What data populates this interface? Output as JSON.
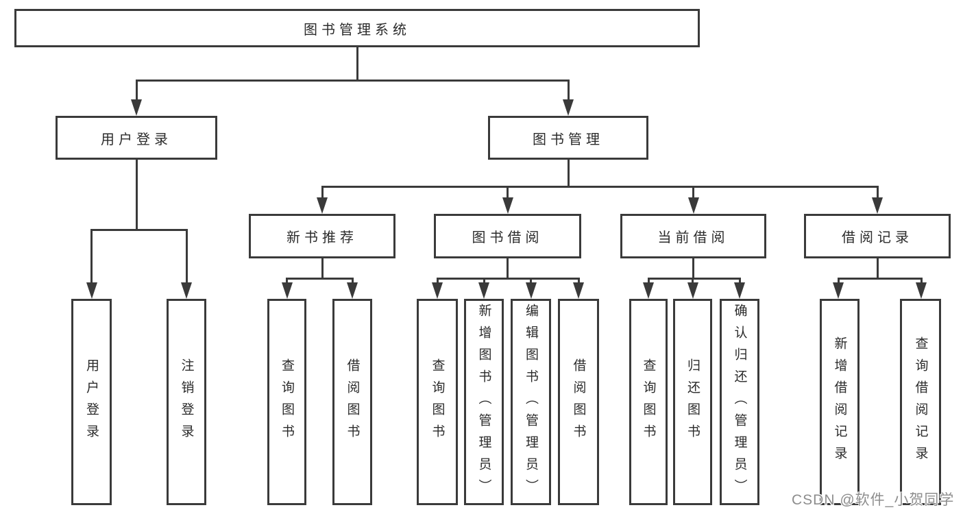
{
  "diagram": {
    "title": "图书管理系统",
    "nodes": [
      {
        "id": "root",
        "label": "图书管理系统",
        "level": 0
      },
      {
        "id": "user-login",
        "label": "用户登录",
        "level": 1,
        "parent": "root"
      },
      {
        "id": "book-management",
        "label": "图书管理",
        "level": 1,
        "parent": "root"
      },
      {
        "id": "new-book-recommend",
        "label": "新书推荐",
        "level": 2,
        "parent": "book-management"
      },
      {
        "id": "book-borrowing",
        "label": "图书借阅",
        "level": 2,
        "parent": "book-management"
      },
      {
        "id": "current-borrowing",
        "label": "当前借阅",
        "level": 2,
        "parent": "book-management"
      },
      {
        "id": "borrowing-records",
        "label": "借阅记录",
        "level": 2,
        "parent": "book-management"
      },
      {
        "id": "leaf-user-login",
        "label": "用户登录",
        "level": 3,
        "parent": "user-login"
      },
      {
        "id": "leaf-logout",
        "label": "注销登录",
        "level": 3,
        "parent": "user-login"
      },
      {
        "id": "leaf-query-books-recommend",
        "label": "查询图书",
        "level": 3,
        "parent": "new-book-recommend"
      },
      {
        "id": "leaf-borrow-books-recommend",
        "label": "借阅图书",
        "level": 3,
        "parent": "new-book-recommend"
      },
      {
        "id": "leaf-query-books-borrowing",
        "label": "查询图书",
        "level": 3,
        "parent": "book-borrowing"
      },
      {
        "id": "leaf-add-books-admin",
        "label": "新增图书（管理员）",
        "level": 3,
        "parent": "book-borrowing"
      },
      {
        "id": "leaf-edit-books-admin",
        "label": "编辑图书（管理员）",
        "level": 3,
        "parent": "book-borrowing"
      },
      {
        "id": "leaf-borrow-books-borrowing",
        "label": "借阅图书",
        "level": 3,
        "parent": "book-borrowing"
      },
      {
        "id": "leaf-query-books-current",
        "label": "查询图书",
        "level": 3,
        "parent": "current-borrowing"
      },
      {
        "id": "leaf-return-books",
        "label": "归还图书",
        "level": 3,
        "parent": "current-borrowing"
      },
      {
        "id": "leaf-confirm-return-admin",
        "label": "确认归还（管理员）",
        "level": 3,
        "parent": "current-borrowing"
      },
      {
        "id": "leaf-add-borrow-record",
        "label": "新增借阅记录",
        "level": 3,
        "parent": "borrowing-records"
      },
      {
        "id": "leaf-query-borrow-record",
        "label": "查询借阅记录",
        "level": 3,
        "parent": "borrowing-records"
      }
    ],
    "edges": [
      {
        "from": "root",
        "to": "user-login"
      },
      {
        "from": "root",
        "to": "book-management"
      },
      {
        "from": "user-login",
        "to": "leaf-user-login"
      },
      {
        "from": "user-login",
        "to": "leaf-logout"
      },
      {
        "from": "book-management",
        "to": "new-book-recommend"
      },
      {
        "from": "book-management",
        "to": "book-borrowing"
      },
      {
        "from": "book-management",
        "to": "current-borrowing"
      },
      {
        "from": "book-management",
        "to": "borrowing-records"
      },
      {
        "from": "new-book-recommend",
        "to": "leaf-query-books-recommend"
      },
      {
        "from": "new-book-recommend",
        "to": "leaf-borrow-books-recommend"
      },
      {
        "from": "book-borrowing",
        "to": "leaf-query-books-borrowing"
      },
      {
        "from": "book-borrowing",
        "to": "leaf-add-books-admin"
      },
      {
        "from": "book-borrowing",
        "to": "leaf-edit-books-admin"
      },
      {
        "from": "book-borrowing",
        "to": "leaf-borrow-books-borrowing"
      },
      {
        "from": "current-borrowing",
        "to": "leaf-query-books-current"
      },
      {
        "from": "current-borrowing",
        "to": "leaf-return-books"
      },
      {
        "from": "current-borrowing",
        "to": "leaf-confirm-return-admin"
      },
      {
        "from": "borrowing-records",
        "to": "leaf-add-borrow-record"
      },
      {
        "from": "borrowing-records",
        "to": "leaf-query-borrow-record"
      }
    ]
  },
  "watermark": {
    "text": "CSDN @软件_小贺同学"
  },
  "colors": {
    "line": "#3a3a3a",
    "text": "#2b2b2b",
    "box_fill": "#ffffff",
    "background": "#ffffff",
    "watermark": "#8d8d8d"
  }
}
